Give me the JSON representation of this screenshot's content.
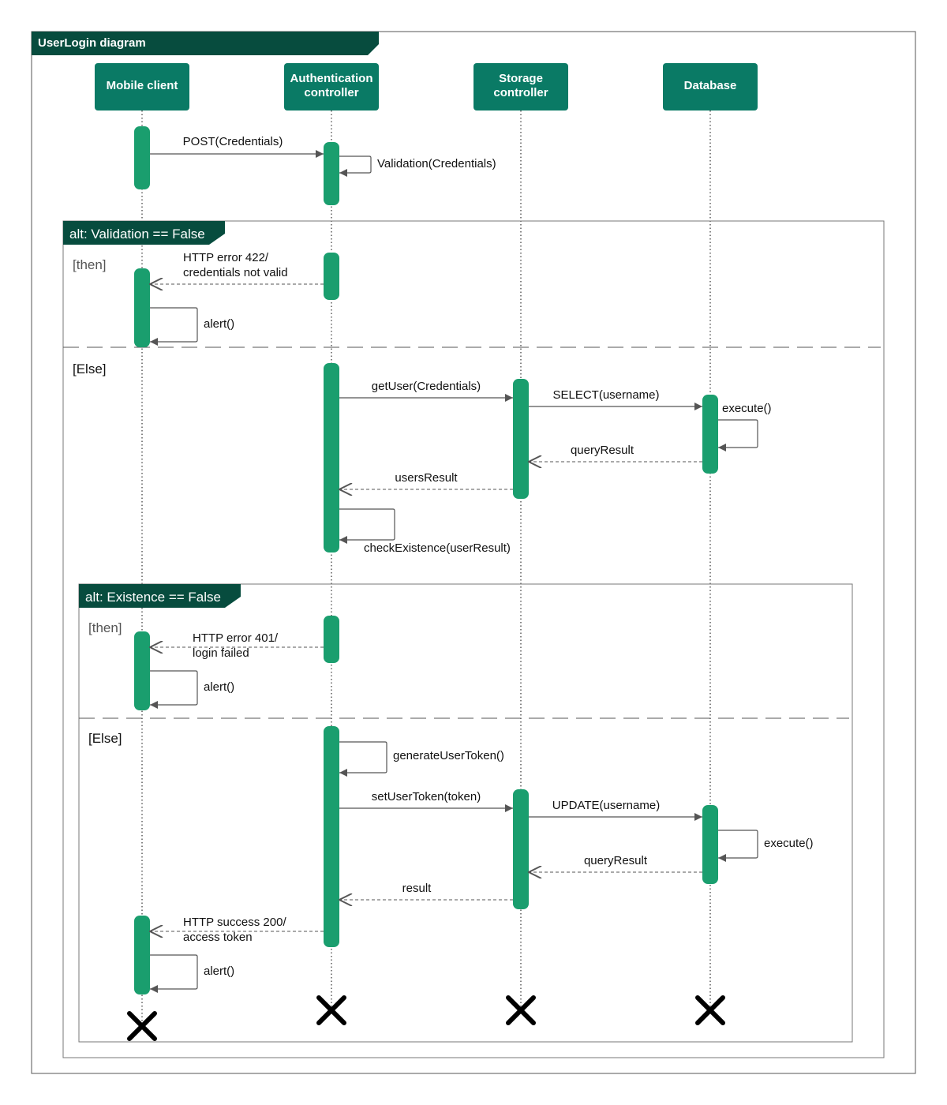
{
  "diagram": {
    "title": "UserLogin diagram",
    "colors": {
      "header_fill": "#0a7a65",
      "activation_fill": "#1a9e6e",
      "frame_title_fill": "#074c3e",
      "border": "#555555",
      "arrow": "#555555",
      "destroy_mark": "#000000"
    }
  },
  "participants": [
    {
      "id": "mobile",
      "lines": [
        "Mobile client"
      ]
    },
    {
      "id": "auth",
      "lines": [
        "Authentication",
        "controller"
      ]
    },
    {
      "id": "storage",
      "lines": [
        "Storage",
        "controller"
      ]
    },
    {
      "id": "db",
      "lines": [
        "Database"
      ]
    }
  ],
  "frames": [
    {
      "id": "alt-validation",
      "title": "alt: Validation == False",
      "guards": [
        "[then]",
        "[Else]"
      ]
    },
    {
      "id": "alt-existence",
      "title": "alt: Existence == False",
      "guards": [
        "[then]",
        "[Else]"
      ]
    }
  ],
  "messages": [
    {
      "id": "post",
      "lines": [
        "POST(Credentials)"
      ]
    },
    {
      "id": "validation",
      "lines": [
        "Validation(Credentials)"
      ]
    },
    {
      "id": "http422",
      "lines": [
        "HTTP error 422/",
        "credentials not valid"
      ]
    },
    {
      "id": "alert1",
      "lines": [
        "alert()"
      ]
    },
    {
      "id": "getuser",
      "lines": [
        "getUser(Credentials)"
      ]
    },
    {
      "id": "select",
      "lines": [
        "SELECT(username)"
      ]
    },
    {
      "id": "execute1",
      "lines": [
        "execute()"
      ]
    },
    {
      "id": "queryresult1",
      "lines": [
        "queryResult"
      ]
    },
    {
      "id": "usersresult",
      "lines": [
        "usersResult"
      ]
    },
    {
      "id": "checkexistence",
      "lines": [
        "checkExistence(userResult)"
      ]
    },
    {
      "id": "http401",
      "lines": [
        "HTTP error 401/",
        "login failed"
      ]
    },
    {
      "id": "alert2",
      "lines": [
        "alert()"
      ]
    },
    {
      "id": "generatetoken",
      "lines": [
        "generateUserToken()"
      ]
    },
    {
      "id": "settoken",
      "lines": [
        "setUserToken(token)"
      ]
    },
    {
      "id": "update",
      "lines": [
        "UPDATE(username)"
      ]
    },
    {
      "id": "execute2",
      "lines": [
        "execute()"
      ]
    },
    {
      "id": "queryresult2",
      "lines": [
        "queryResult"
      ]
    },
    {
      "id": "result",
      "lines": [
        "result"
      ]
    },
    {
      "id": "http200",
      "lines": [
        "HTTP success 200/",
        "access token"
      ]
    },
    {
      "id": "alert3",
      "lines": [
        "alert()"
      ]
    }
  ]
}
